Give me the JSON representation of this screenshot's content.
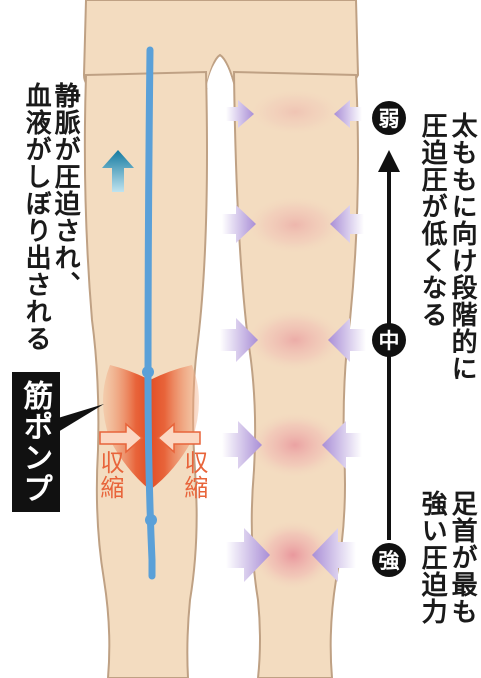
{
  "labels": {
    "vein_line1": "静脈が圧迫され、",
    "vein_line2": "血液がしぼり出される",
    "muscle_pump": "筋ポンプ",
    "contract_left": "収縮",
    "contract_right": "収縮",
    "level_weak": "弱",
    "level_mid": "中",
    "level_strong": "強",
    "thigh_line1": "太ももに向け段階的に",
    "thigh_line2": "圧迫圧が低くなる",
    "ankle_line1": "足首が最も",
    "ankle_line2": "強い圧迫力"
  },
  "colors": {
    "skin": "#f3dcc0",
    "skin_outline": "#bfa184",
    "vein": "#5aa0d8",
    "up_arrow": "#1f86a8",
    "muscle": "#e8643a",
    "pressure_arrow": "#b9a3d9",
    "pressure_glow": "#e87a95",
    "contract_text": "#e8643a",
    "ink": "#111111"
  }
}
